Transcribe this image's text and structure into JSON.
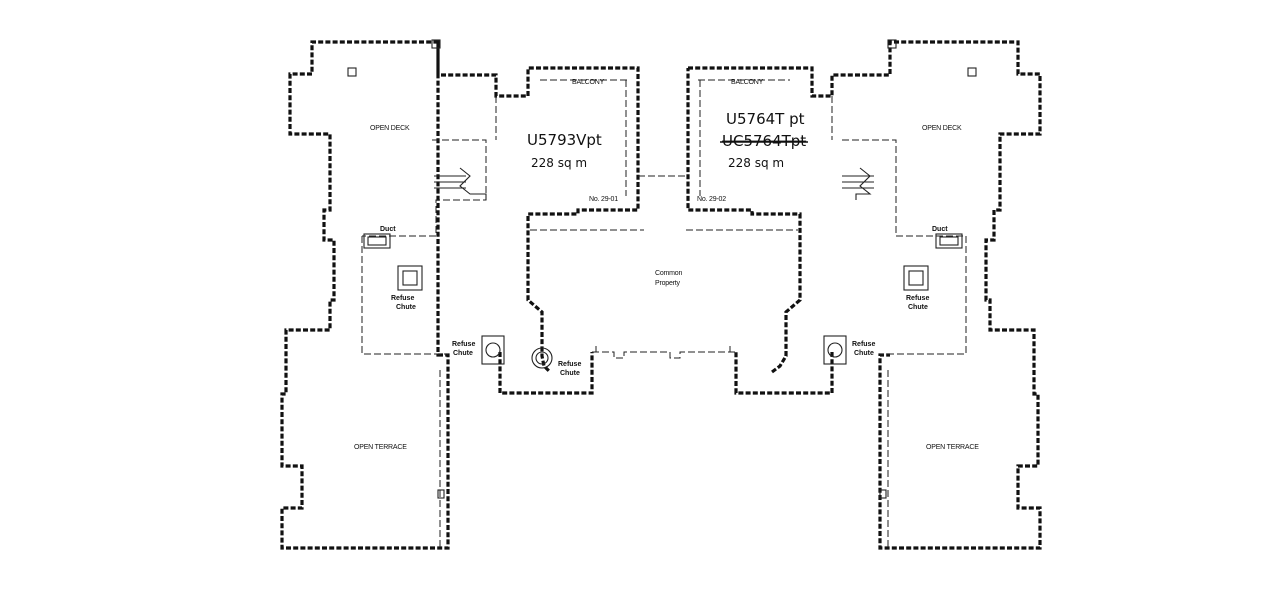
{
  "labels": {
    "left_open_deck": "OPEN DECK",
    "right_open_deck": "OPEN DECK",
    "left_balcony": "BALCONY",
    "right_balcony": "BALCONY",
    "left_unit_code": "U5793Vpt",
    "left_area": "228 sq m",
    "right_unit_code": "U5764T pt",
    "right_unit_code_struck": "UC5764Tpt",
    "right_area": "228 sq m",
    "left_unit_no": "No. 29-01",
    "right_unit_no": "No. 29-02",
    "left_duct": "Duct",
    "right_duct": "Duct",
    "refuse_chute": [
      "Refuse",
      "Chute"
    ],
    "common_property": [
      "Common",
      "Property"
    ],
    "left_open_terrace": "OPEN TERRACE",
    "right_open_terrace": "OPEN TERRACE"
  }
}
